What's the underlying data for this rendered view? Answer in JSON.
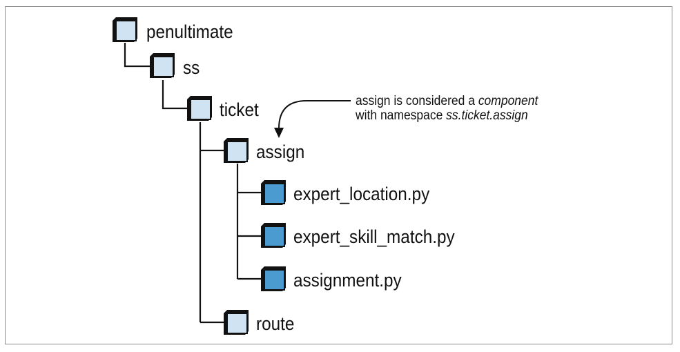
{
  "tree": {
    "nodes": [
      {
        "id": "penultimate",
        "label": "penultimate",
        "kind": "folder"
      },
      {
        "id": "ss",
        "label": "ss",
        "kind": "folder"
      },
      {
        "id": "ticket",
        "label": "ticket",
        "kind": "folder"
      },
      {
        "id": "assign",
        "label": "assign",
        "kind": "folder"
      },
      {
        "id": "expert_location",
        "label": "expert_location.py",
        "kind": "file"
      },
      {
        "id": "expert_skill_match",
        "label": "expert_skill_match.py",
        "kind": "file"
      },
      {
        "id": "assignment",
        "label": "assignment.py",
        "kind": "file"
      },
      {
        "id": "route",
        "label": "route",
        "kind": "folder"
      }
    ]
  },
  "annotation": {
    "line1_prefix": "assign is considered a ",
    "line1_em": "component",
    "line2_prefix": "with namespace ",
    "line2_em": "ss.ticket.assign"
  },
  "colors": {
    "folder_fill": "#cfe3f3",
    "file_fill": "#4b9ad0",
    "box_shadow": "#111111",
    "connector": "#111111"
  }
}
